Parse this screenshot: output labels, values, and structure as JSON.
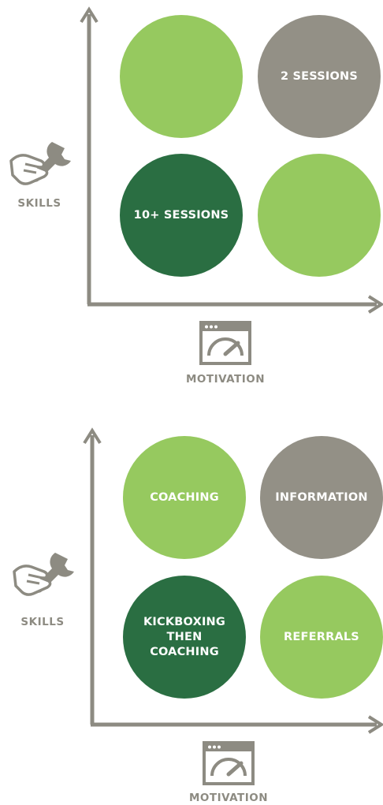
{
  "colors": {
    "light_green": "#96c95f",
    "dark_green": "#2a6e42",
    "gray": "#939086",
    "axis": "#8d8b82"
  },
  "icons": {
    "skills": "hand-wrench-icon",
    "motivation": "speedometer-window-icon"
  },
  "panels": [
    {
      "y_label": "SKILLS",
      "x_label": "MOTIVATION",
      "circles": {
        "top_left": "",
        "top_right": "2 SESSIONS",
        "bottom_left": "10+ SESSIONS",
        "bottom_right": ""
      }
    },
    {
      "y_label": "SKILLS",
      "x_label": "MOTIVATION",
      "circles": {
        "top_left": "COACHING",
        "top_right": "INFORMATION",
        "bottom_left": "KICKBOXING\nTHEN\nCOACHING",
        "bottom_right": "REFERRALS"
      }
    }
  ]
}
